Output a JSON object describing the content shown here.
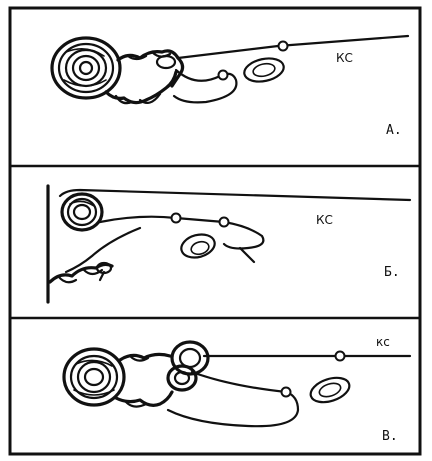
{
  "panels": [
    {
      "rope_label": "КС",
      "letter": "А."
    },
    {
      "rope_label": "КС",
      "letter": "Б."
    },
    {
      "rope_label": "кс",
      "letter": "В."
    }
  ]
}
